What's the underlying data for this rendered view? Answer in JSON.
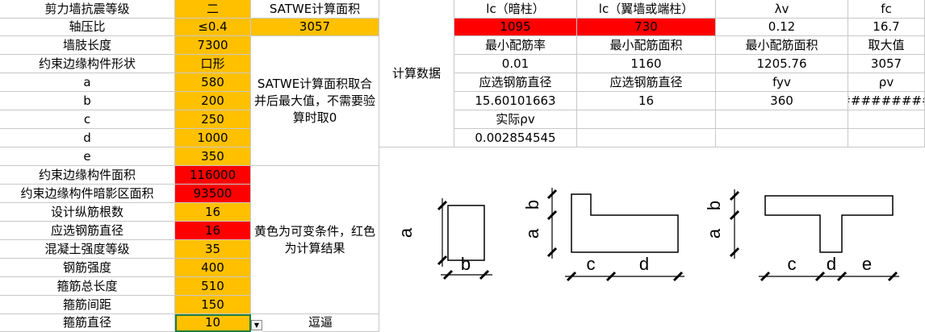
{
  "left_table": [
    {
      "label": "剪力墙抗震等级",
      "value": "二"
    },
    {
      "label": "轴压比",
      "value": "≤0.4"
    },
    {
      "label": "墙肢长度",
      "value": "7300"
    },
    {
      "label": "约束边缘构件形状",
      "value": "口形"
    },
    {
      "label": "a",
      "value": "580"
    },
    {
      "label": "b",
      "value": "200"
    },
    {
      "label": "c",
      "value": "250"
    },
    {
      "label": "d",
      "value": "1000"
    },
    {
      "label": "e",
      "value": "350"
    },
    {
      "label": "约束边缘构件面积",
      "value": "116000"
    },
    {
      "label": "约束边缘构件暗影区面积",
      "value": "93500"
    },
    {
      "label": "设计纵筋根数",
      "value": "16"
    },
    {
      "label": "应选钢筋直径",
      "value": "16"
    },
    {
      "label": "混凝土强度等级",
      "value": "35"
    },
    {
      "label": "钢筋强度",
      "value": "400"
    },
    {
      "label": "箍筋总长度",
      "value": "510"
    },
    {
      "label": "箍筋间距",
      "value": "150"
    },
    {
      "label": "箍筋直径",
      "value": "10"
    }
  ],
  "side_column": {
    "header": "SATWE计算面积",
    "value": "3057",
    "note1": "SATWE计算面积取合并后最大值，不需要验算时取0",
    "note2": "黄色为可变条件，红色为计算结果",
    "footer": "逗逼"
  },
  "calc": {
    "label": "计算数据",
    "rows": [
      [
        "lc（暗柱）",
        "lc（翼墙或端柱）",
        "λv",
        "fc"
      ],
      [
        "1095",
        "730",
        "0.12",
        "16.7"
      ],
      [
        "最小配筋率",
        "最小配筋面积",
        "最小配筋面积",
        "取大值"
      ],
      [
        "0.01",
        "1160",
        "1205.76",
        "3057"
      ],
      [
        "应选钢筋直径",
        "应选钢筋直径",
        "fyv",
        "ρv"
      ],
      [
        "15.60101663",
        "16",
        "360",
        "#########"
      ],
      [
        "实际ρv",
        "",
        "",
        ""
      ],
      [
        "0.002854545",
        "",
        "",
        ""
      ]
    ]
  },
  "diagram_labels": {
    "a": "a",
    "b": "b",
    "c": "c",
    "d": "d",
    "e": "e"
  }
}
